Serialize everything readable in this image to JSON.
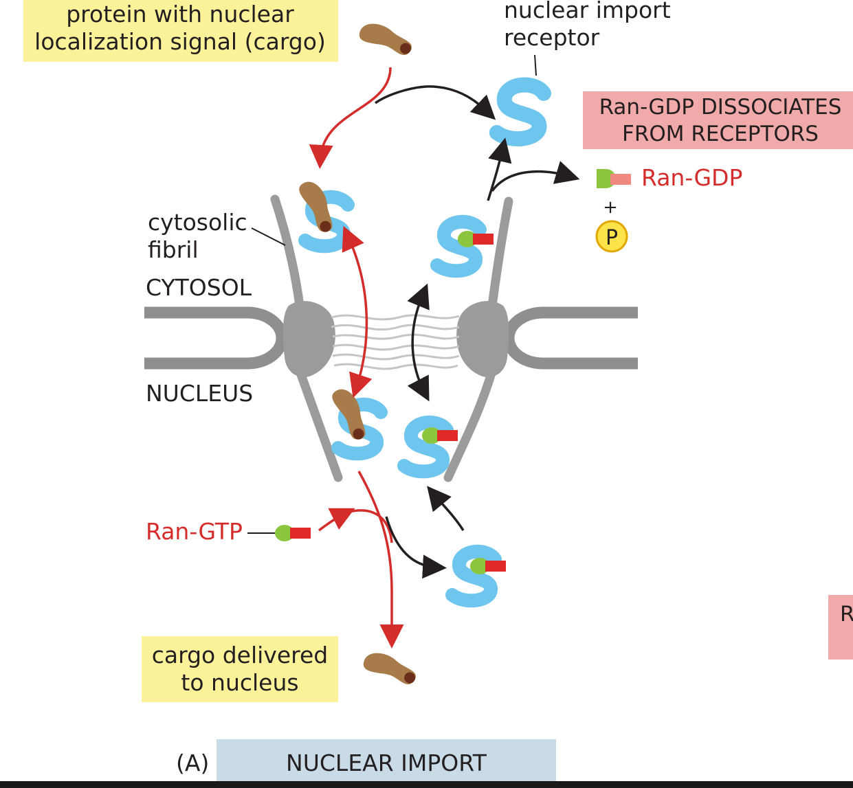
{
  "labels": {
    "cargo_line1": "protein with nuclear",
    "cargo_line2": "localization signal (cargo)",
    "receptor_line1": "nuclear import",
    "receptor_line2": "receptor",
    "dissociate_line1": "Ran-GDP DISSOCIATES",
    "dissociate_line2": "FROM RECEPTORS",
    "ran_gdp": "Ran-GDP",
    "plus": "+",
    "phosphate": "P",
    "fibril_line1": "cytosolic",
    "fibril_line2": "fibril",
    "cytosol": "CYTOSOL",
    "nucleus": "NUCLEUS",
    "ran_gtp": "Ran-GTP",
    "delivered_line1": "cargo delivered",
    "delivered_line2": "to nucleus",
    "panel_letter": "(A)",
    "panel_title": "NUCLEAR IMPORT",
    "cut_off_letter": "R"
  },
  "colors": {
    "label_box_yellow": "#fbf29a",
    "label_box_pink": "#f1aaaa",
    "title_box_blue": "#c9dbe6",
    "receptor_blue": "#6ec6ee",
    "cargo_brown": "#a87c4a",
    "cargo_dark": "#6a2e1a",
    "ran_green": "#8cc63f",
    "gtp_red": "#e02a2a",
    "gdp_pink": "#f08a80",
    "pore_gray": "#9a9c9c",
    "arrow_red": "#d42b2b",
    "arrow_black": "#231f20",
    "phosphate_yellow": "#fde34a"
  }
}
